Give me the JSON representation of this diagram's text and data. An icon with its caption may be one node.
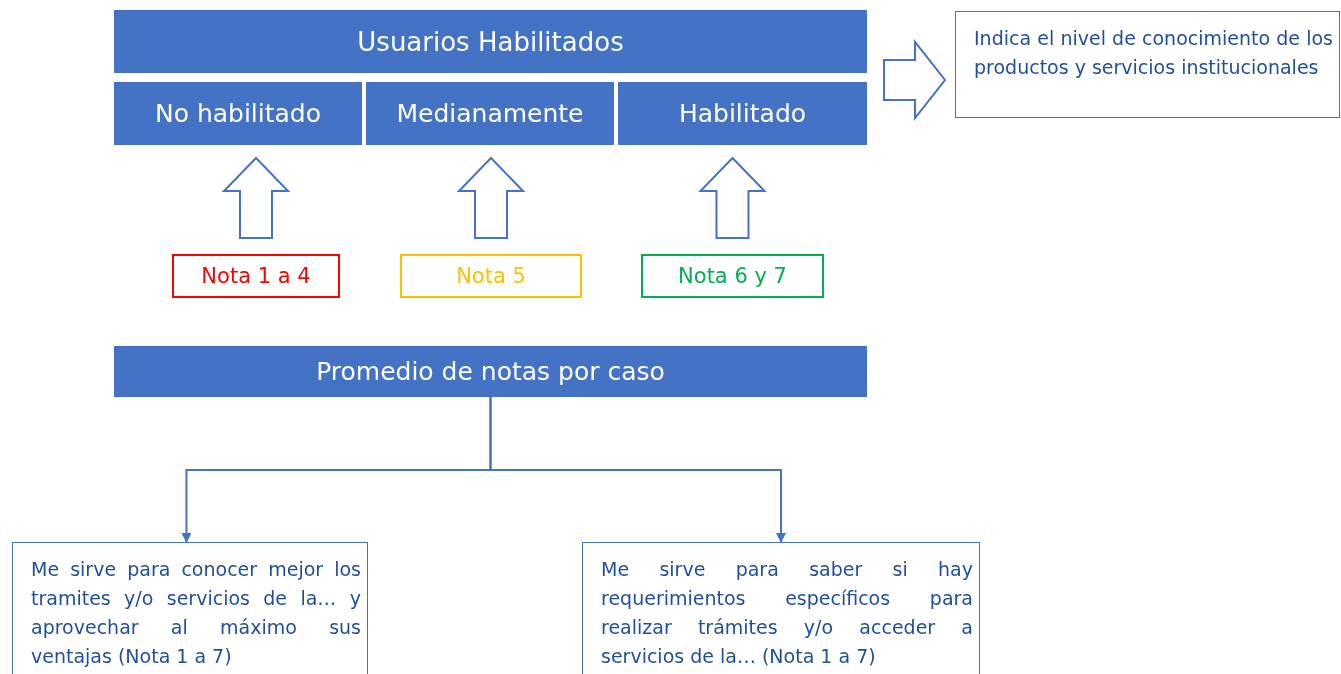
{
  "diagram": {
    "nodes": [
      {
        "text": [
          "Usuarios Habilitados"
        ]
      },
      {
        "text": [
          "No habilitado"
        ]
      },
      {
        "text": [
          "Medianamente"
        ]
      },
      {
        "text": [
          "Habilitado"
        ]
      },
      {
        "text": [
          "Indica el nivel de conocimiento de los productos y servicios institucionales"
        ]
      },
      {
        "text": [
          "Nota 1 a 4"
        ]
      },
      {
        "text": [
          "Nota 5"
        ]
      },
      {
        "text": [
          "Nota 6 y 7"
        ]
      },
      {
        "text": [
          "Promedio de notas por caso"
        ]
      },
      {
        "text": [
          "Me sirve para conocer mejor los tramites y/o servicios de la… y aprovechar al máximo sus ventajas (Nota 1 a 7)"
        ]
      },
      {
        "text": [
          "Me sirve para saber si hay requerimientos específicos para realizar trámites y/o acceder a servicios de la… (Nota 1 a 7)"
        ]
      }
    ],
    "edges": [
      {
        "from": 0,
        "to": 4,
        "arrow": "to",
        "style": "thick"
      },
      {
        "from": 5,
        "to": 1,
        "arrow": "to",
        "style": "thick"
      },
      {
        "from": 6,
        "to": 2,
        "arrow": "to",
        "style": "thick"
      },
      {
        "from": 7,
        "to": 3,
        "arrow": "to",
        "style": "thick"
      },
      {
        "from": 8,
        "to": 9,
        "arrow": "to"
      },
      {
        "from": 8,
        "to": 10,
        "arrow": "to"
      }
    ]
  }
}
